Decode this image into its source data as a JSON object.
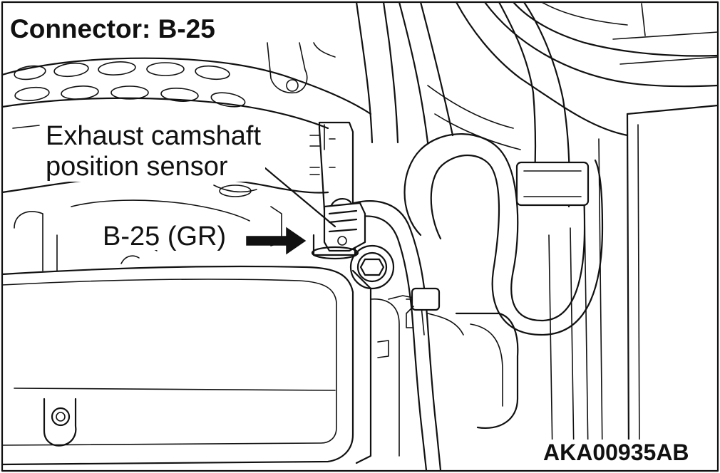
{
  "diagram": {
    "title": "Connector: B-25",
    "component_label_line1": "Exhaust camshaft",
    "component_label_line2": "position sensor",
    "connector_label": "B-25 (GR)",
    "figure_code": "AKA00935AB"
  }
}
